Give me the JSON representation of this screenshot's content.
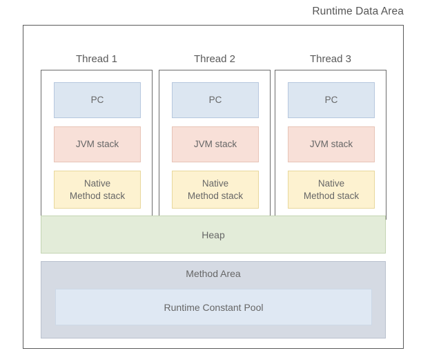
{
  "diagram": {
    "title": "Runtime Data Area",
    "threads": [
      {
        "label": "Thread 1",
        "regions": [
          {
            "name": "PC",
            "label": "PC",
            "color": "#dce6f1"
          },
          {
            "name": "JVM stack",
            "label": "JVM stack",
            "color": "#f8e0d8"
          },
          {
            "name": "Native Method stack",
            "label_line1": "Native",
            "label_line2": "Method stack",
            "color": "#fdf2d0"
          }
        ]
      },
      {
        "label": "Thread 2",
        "regions": [
          {
            "name": "PC",
            "label": "PC",
            "color": "#dce6f1"
          },
          {
            "name": "JVM stack",
            "label": "JVM stack",
            "color": "#f8e0d8"
          },
          {
            "name": "Native Method stack",
            "label_line1": "Native",
            "label_line2": "Method stack",
            "color": "#fdf2d0"
          }
        ]
      },
      {
        "label": "Thread 3",
        "regions": [
          {
            "name": "PC",
            "label": "PC",
            "color": "#dce6f1"
          },
          {
            "name": "JVM stack",
            "label": "JVM stack",
            "color": "#f8e0d8"
          },
          {
            "name": "Native Method stack",
            "label_line1": "Native",
            "label_line2": "Method stack",
            "color": "#fdf2d0"
          }
        ]
      }
    ],
    "heap": {
      "label": "Heap",
      "color": "#e3ecd9"
    },
    "method_area": {
      "label": "Method Area",
      "color": "#d5dae3",
      "constant_pool": {
        "label": "Runtime Constant Pool",
        "color": "#dfe8f3"
      }
    },
    "colors": {
      "background": "#ffffff",
      "outer_border": "#5a5a5a",
      "thread_border": "#6b6b6b",
      "title_text": "#555555",
      "label_text": "#666666",
      "thread_label_text": "#595959"
    }
  }
}
